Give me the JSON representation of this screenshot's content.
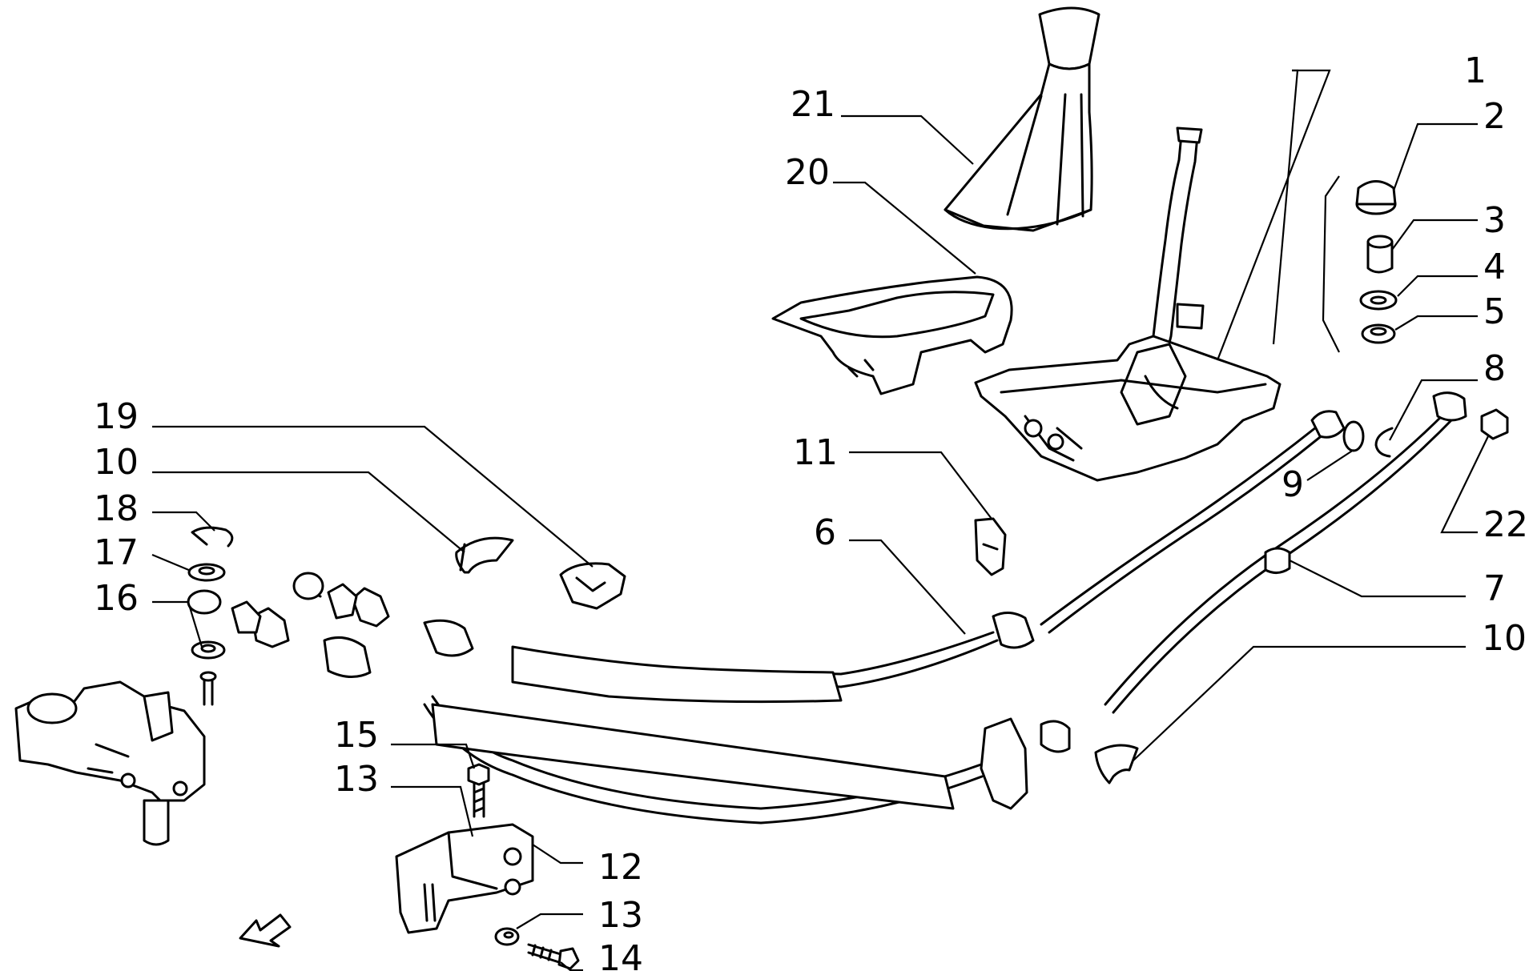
{
  "callouts": {
    "c1": "1",
    "c2": "2",
    "c3": "3",
    "c4": "4",
    "c5": "5",
    "c6": "6",
    "c7": "7",
    "c8": "8",
    "c9": "9",
    "c10a": "10",
    "c10b": "10",
    "c11": "11",
    "c12": "12",
    "c13a": "13",
    "c13b": "13",
    "c14": "14",
    "c15": "15",
    "c16": "16",
    "c17": "17",
    "c18": "18",
    "c19": "19",
    "c20": "20",
    "c21": "21",
    "c22": "22"
  },
  "colors": {
    "ink": "#000000",
    "paper": "#ffffff"
  },
  "icons": {
    "direction": "front-arrow-icon"
  }
}
